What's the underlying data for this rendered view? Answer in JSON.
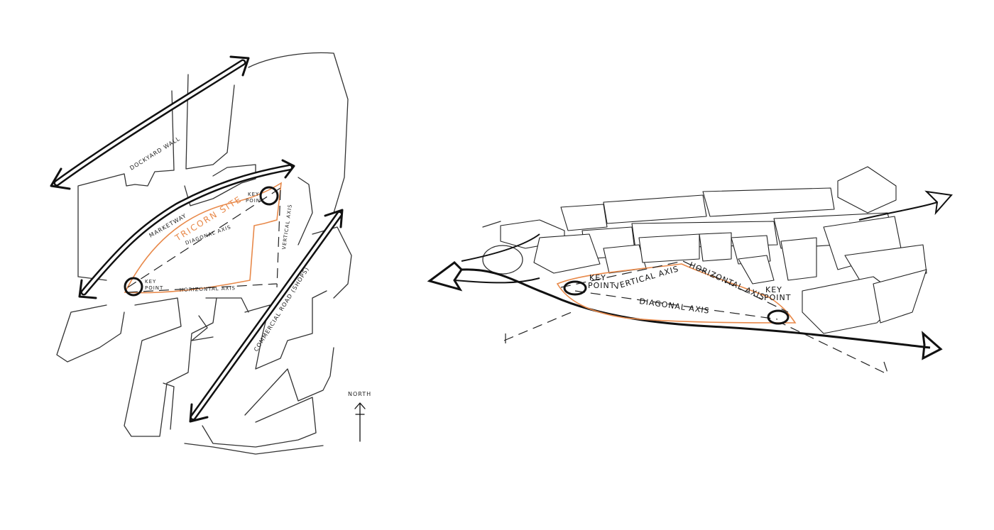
{
  "plan": {
    "site_label": "TRICORN SITE",
    "roads": {
      "dockyard": "DOCKYARD WALL",
      "marketway": "MARKETWAY",
      "commercial": "COMMERCIAL ROAD (SHOPS)"
    },
    "axes": {
      "diagonal": "DIAGONAL AXIS",
      "vertical": "VERTICAL AXIS",
      "horizontal": "HORIZONTAL AXIS"
    },
    "key_point_line1": "KEY",
    "key_point_line2": "POINT",
    "north": "NORTH"
  },
  "axonometric": {
    "axes": {
      "vertical": "VERTICAL AXIS",
      "horizontal": "HORIZONTAL AXIS",
      "diagonal": "DIAGONAL AXIS"
    },
    "key_point_line1": "KEY",
    "key_point_line2": "POINT"
  },
  "colors": {
    "site_outline": "#e8894a",
    "ink": "#111111"
  }
}
